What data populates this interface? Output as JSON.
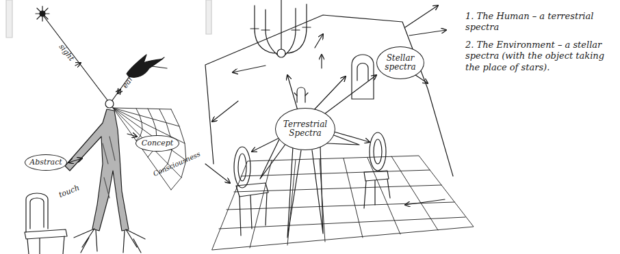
{
  "diagram": {
    "nodes": [
      {
        "text": [
          "Abstract"
        ]
      },
      {
        "text": [
          "Concept"
        ]
      },
      {
        "text": [
          "Terrestrial Spectra"
        ]
      },
      {
        "text": [
          "Stellar spectra"
        ]
      }
    ],
    "labels": [
      "sight",
      "ear",
      "touch",
      "Consciousness",
      "1. The Human – a terrestrial spectra",
      "2. The Environment – a stellar spectra (with the object taking the place of stars)."
    ]
  }
}
